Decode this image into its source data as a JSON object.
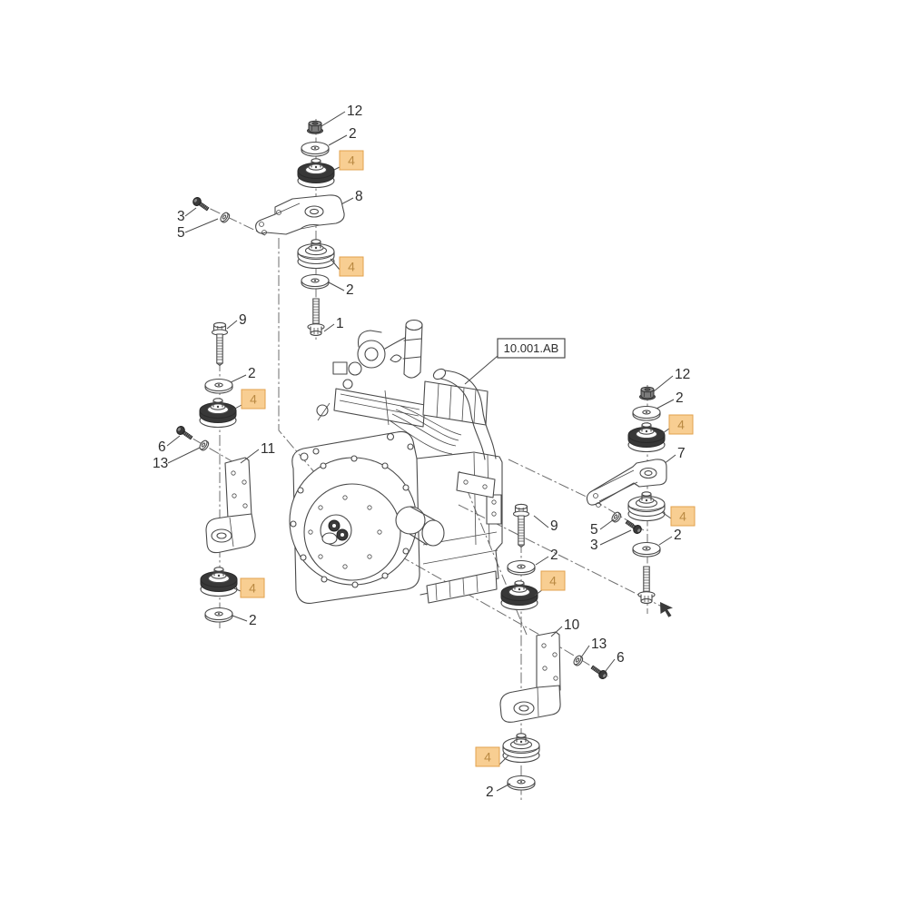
{
  "diagram": {
    "type": "exploded-parts-diagram",
    "background": "#ffffff",
    "line_color": "#4a4a4a",
    "reference_box": {
      "label": "10.001.AB"
    },
    "highlight": {
      "fill": "#F8CE92",
      "border": "#E2A14E",
      "text_color": "#BA8A43"
    },
    "callouts": [
      {
        "id": "top-12",
        "text": "12",
        "highlighted": false
      },
      {
        "id": "top-2-upper",
        "text": "2",
        "highlighted": false
      },
      {
        "id": "top-4-upper",
        "text": "4",
        "highlighted": true
      },
      {
        "id": "top-8",
        "text": "8",
        "highlighted": false
      },
      {
        "id": "top-4-mid",
        "text": "4",
        "highlighted": true
      },
      {
        "id": "top-2-mid",
        "text": "2",
        "highlighted": false
      },
      {
        "id": "top-1",
        "text": "1",
        "highlighted": false
      },
      {
        "id": "left-9",
        "text": "9",
        "highlighted": false
      },
      {
        "id": "topleft-3",
        "text": "3",
        "highlighted": false
      },
      {
        "id": "topleft-5",
        "text": "5",
        "highlighted": false
      },
      {
        "id": "left-2-upper",
        "text": "2",
        "highlighted": false
      },
      {
        "id": "left-4-upper",
        "text": "4",
        "highlighted": true
      },
      {
        "id": "left-6",
        "text": "6",
        "highlighted": false
      },
      {
        "id": "left-13",
        "text": "13",
        "highlighted": false
      },
      {
        "id": "left-11",
        "text": "11",
        "highlighted": false
      },
      {
        "id": "left-4-lower",
        "text": "4",
        "highlighted": true
      },
      {
        "id": "left-2-lower",
        "text": "2",
        "highlighted": false
      },
      {
        "id": "right-12",
        "text": "12",
        "highlighted": false
      },
      {
        "id": "right-2-upper",
        "text": "2",
        "highlighted": false
      },
      {
        "id": "right-4-upper",
        "text": "4",
        "highlighted": true
      },
      {
        "id": "right-7",
        "text": "7",
        "highlighted": false
      },
      {
        "id": "right-4-lower",
        "text": "4",
        "highlighted": true
      },
      {
        "id": "right-5",
        "text": "5",
        "highlighted": false
      },
      {
        "id": "right-3",
        "text": "3",
        "highlighted": false
      },
      {
        "id": "right-2-mid",
        "text": "2",
        "highlighted": false
      },
      {
        "id": "bottom-9",
        "text": "9",
        "highlighted": false
      },
      {
        "id": "bottom-2-upper",
        "text": "2",
        "highlighted": false
      },
      {
        "id": "bottom-4-upper",
        "text": "4",
        "highlighted": true
      },
      {
        "id": "bottom-10",
        "text": "10",
        "highlighted": false
      },
      {
        "id": "bottom-13",
        "text": "13",
        "highlighted": false
      },
      {
        "id": "bottom-6",
        "text": "6",
        "highlighted": false
      },
      {
        "id": "bottom-4-lower",
        "text": "4",
        "highlighted": true
      },
      {
        "id": "bottom-2-lower",
        "text": "2",
        "highlighted": false
      },
      {
        "id": "section-ref",
        "text": "10.001.AB",
        "highlighted": false
      }
    ]
  }
}
